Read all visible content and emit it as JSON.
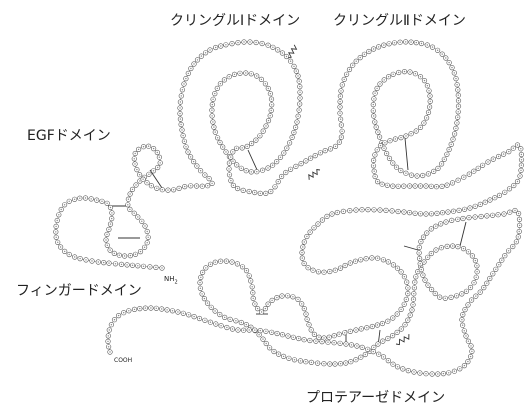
{
  "labels": {
    "kringle1": "クリングルⅠドメイン",
    "kringle2": "クリングルⅡドメイン",
    "egf": "EGFドメイン",
    "finger": "フィンガードメイン",
    "protease": "プロテアーゼドメイン",
    "n_terminus": "NH",
    "n_terminus_sub": "2",
    "c_terminus": "COOH"
  },
  "style": {
    "stroke_color": "#555555",
    "residue_fill": "#ffffff",
    "text_color": "#222222"
  }
}
